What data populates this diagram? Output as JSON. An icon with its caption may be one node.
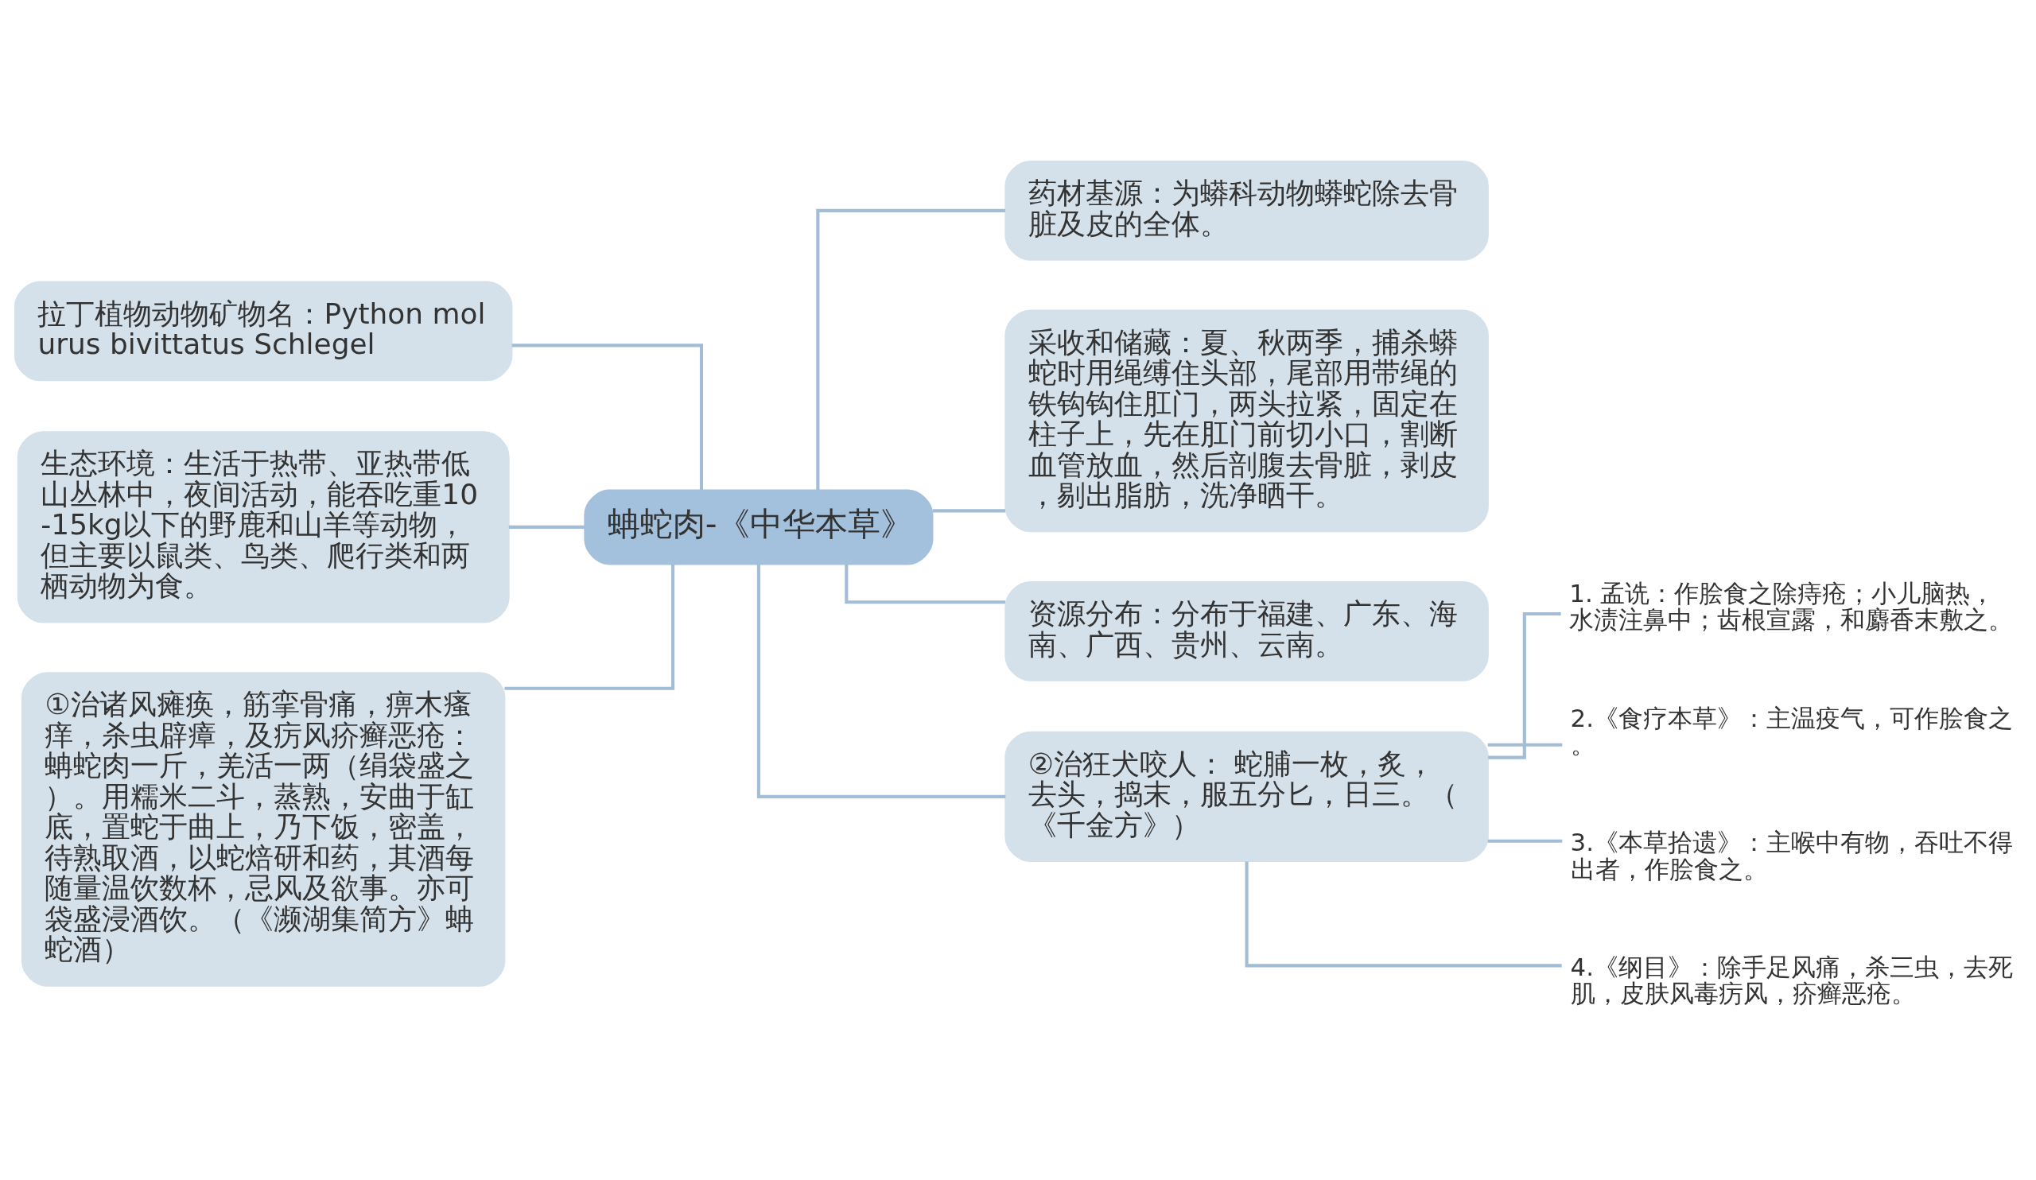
{
  "diagram": {
    "nodes": [
      {
        "text": [
          "蚺蛇肉-《中华本草》"
        ]
      },
      {
        "text": [
          "拉丁植物动物矿物名：Python molurus bivittatus Schlegel"
        ]
      },
      {
        "text": [
          "生态环境：生活于热带、亚热带低山丛林中，夜间活动，能吞吃重10-15kg以下的野鹿和山羊等动物，但主要以鼠类、鸟类、爬行类和两栖动物为食。"
        ]
      },
      {
        "text": [
          "①治诸风瘫痪，筋挛骨痛，痹木瘙痒，杀虫辟瘴，及疠风疥癣恶疮：蚺蛇肉一斤，羌活一两（绢袋盛之）。用糯米二斗，蒸熟，安曲于缸底，置蛇于曲上，乃下饭，密盖，待熟取酒，以蛇焙研和药，其酒每随量温饮数杯，忌风及欲事。亦可袋盛浸酒饮。（《濒湖集简方》蚺蛇酒）"
        ]
      },
      {
        "text": [
          "药材基源：为蟒科动物蟒蛇除去骨脏及皮的全体。"
        ]
      },
      {
        "text": [
          "采收和储藏：夏、秋两季，捕杀蟒蛇时用绳缚住头部，尾部用带绳的铁钩钩住肛门，两头拉紧，固定在柱子上，先在肛门前切小口，割断血管放血，然后剖腹去骨脏，剥皮，剔出脂肪，洗净晒干。"
        ]
      },
      {
        "text": [
          "资源分布：分布于福建、广东、海南、广西、贵州、云南。"
        ]
      },
      {
        "text": [
          "②治狂犬咬人： 蛇脯一枚，炙，去头，捣末，服五分匕，日三。（《千金方》）"
        ]
      },
      {
        "text": [
          "1. 孟诜：作脍食之除痔疮；小儿脑热，水渍注鼻中；齿根宣露，和麝香末敷之。"
        ]
      },
      {
        "text": [
          "2.《食疗本草》：主温疫气，可作脍食之。"
        ]
      },
      {
        "text": [
          "3.《本草拾遗》：主喉中有物，吞吐不得出者，作脍食之。"
        ]
      },
      {
        "text": [
          "4.《纲目》：除手足风痛，杀三虫，去死肌，皮肤风毒疠风，疥癣恶疮。"
        ]
      }
    ],
    "edges": [
      {
        "from": 0,
        "to": 1,
        "arrow": "none"
      },
      {
        "from": 0,
        "to": 2,
        "arrow": "none"
      },
      {
        "from": 0,
        "to": 3,
        "arrow": "none"
      },
      {
        "from": 0,
        "to": 4,
        "arrow": "none"
      },
      {
        "from": 0,
        "to": 5,
        "arrow": "none"
      },
      {
        "from": 0,
        "to": 6,
        "arrow": "none"
      },
      {
        "from": 0,
        "to": 7,
        "arrow": "none"
      },
      {
        "from": 7,
        "to": 8,
        "arrow": "none"
      },
      {
        "from": 7,
        "to": 9,
        "arrow": "none"
      },
      {
        "from": 7,
        "to": 10,
        "arrow": "none"
      },
      {
        "from": 7,
        "to": 11,
        "arrow": "none"
      }
    ]
  }
}
